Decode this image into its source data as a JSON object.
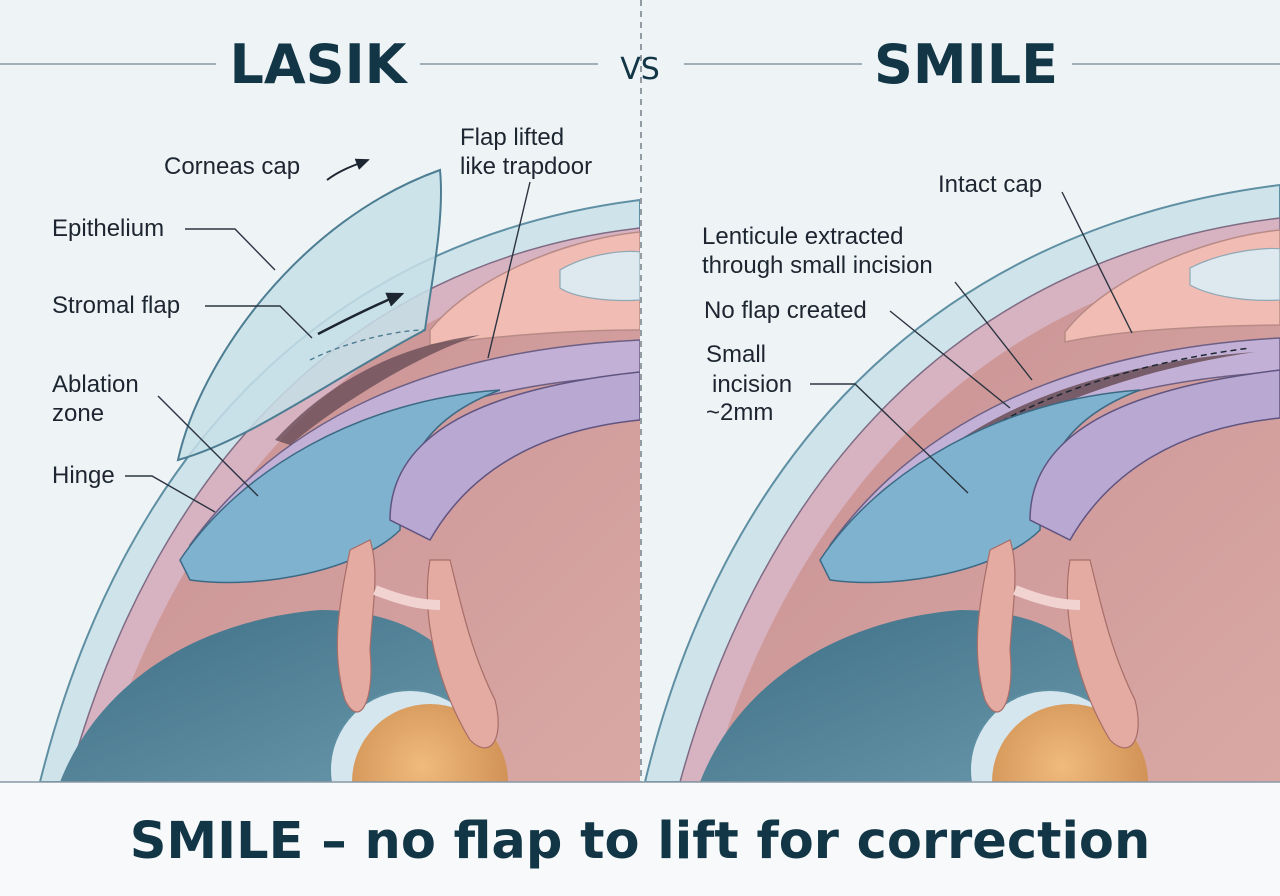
{
  "header": {
    "left_title": "LASIK",
    "divider_text": "VS",
    "right_title": "SMILE"
  },
  "lasik": {
    "labels": {
      "cornea_cap": "Corneas cap",
      "flap_lifted_line1": "Flap lifted",
      "flap_lifted_line2": "like trapdoor",
      "epithelium": "Epithelium",
      "stromal_flap": "Stromal flap",
      "ablation_line1": "Ablation",
      "ablation_line2": "zone",
      "hinge": "Hinge"
    }
  },
  "smile": {
    "labels": {
      "intact_cap": "Intact cap",
      "lenticule_line1": "Lenticule extracted",
      "lenticule_line2": "through small incision",
      "no_flap": "No flap created",
      "incision_line1": "Small",
      "incision_line2": "incision",
      "incision_line3": "~2mm"
    }
  },
  "footer": {
    "caption": "SMILE – no flap to lift for correction"
  },
  "colors": {
    "background": "#eef3f6",
    "heading": "#123646",
    "cornea": "#cfe3ea",
    "sclera": "#d7b3c2",
    "iris": "#7fb2cf",
    "ciliary": "#b8a8d2",
    "interior": "#c79596",
    "lens_dark": "#4d7d92",
    "pupil_core": "#e3a466",
    "ligament": "#e3aba2"
  }
}
